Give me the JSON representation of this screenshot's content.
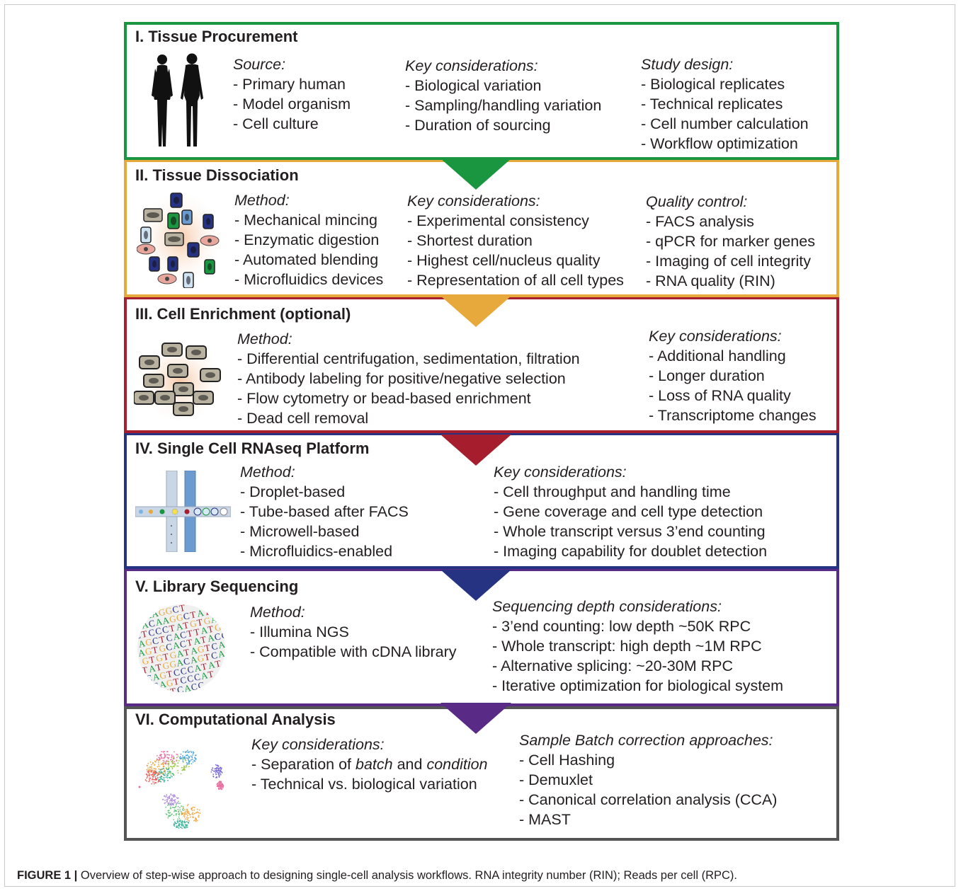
{
  "colors": {
    "procurement": "#1a9641",
    "dissociation": "#e8a93c",
    "enrichment": "#a61e2d",
    "platform": "#263282",
    "sequencing": "#5a2a87",
    "analysis": "#555555"
  },
  "sections": [
    {
      "title": "I. Tissue Procurement",
      "icon": "human-silhouettes-icon",
      "columns": [
        {
          "heading": "Source:",
          "items": [
            "- Primary human",
            "- Model organism",
            "- Cell culture"
          ]
        },
        {
          "heading": "Key considerations:",
          "items": [
            "- Biological variation",
            "- Sampling/handling variation",
            "- Duration of sourcing"
          ]
        },
        {
          "heading": "Study design:",
          "items": [
            "- Biological replicates",
            "- Technical replicates",
            "- Cell number calculation",
            "- Workflow optimization"
          ]
        }
      ]
    },
    {
      "title": "II. Tissue Dissociation",
      "icon": "dissociated-cells-icon",
      "columns": [
        {
          "heading": "Method:",
          "items": [
            "- Mechanical mincing",
            "- Enzymatic digestion",
            "- Automated blending",
            "- Microfluidics devices"
          ]
        },
        {
          "heading": "Key considerations:",
          "items": [
            "- Experimental consistency",
            "- Shortest duration",
            "- Highest cell/nucleus quality",
            "- Representation of all cell types"
          ]
        },
        {
          "heading": "Quality control:",
          "items": [
            "- FACS analysis",
            "- qPCR for marker genes",
            "- Imaging of cell integrity",
            "- RNA quality (RIN)"
          ]
        }
      ]
    },
    {
      "title": "III. Cell Enrichment (optional)",
      "icon": "enriched-cells-icon",
      "columns": [
        {
          "heading": "Method:",
          "items": [
            "- Differential centrifugation, sedimentation, filtration",
            "- Antibody labeling for positive/negative selection",
            "- Flow cytometry or bead-based enrichment",
            "- Dead cell removal"
          ]
        },
        {
          "heading": "Key considerations:",
          "items": [
            "- Additional handling",
            "- Longer duration",
            "- Loss of RNA quality",
            "- Transcriptome changes"
          ]
        }
      ]
    },
    {
      "title": "IV. Single Cell RNAseq Platform",
      "icon": "microfluidic-droplet-icon",
      "columns": [
        {
          "heading": "Method:",
          "items": [
            "- Droplet-based",
            "- Tube-based after FACS",
            "- Microwell-based",
            "- Microfluidics-enabled"
          ]
        },
        {
          "heading": "Key considerations:",
          "items": [
            "- Cell throughput and handling time",
            "- Gene coverage and cell type detection",
            "- Whole transcript versus 3’end counting",
            "- Imaging capability for doublet detection"
          ]
        }
      ]
    },
    {
      "title": "V. Library Sequencing",
      "icon": "dna-sequence-sphere-icon",
      "columns": [
        {
          "heading": "Method:",
          "items": [
            "- Illumina NGS",
            "- Compatible with cDNA library"
          ]
        },
        {
          "heading": "Sequencing depth considerations:",
          "items": [
            "- 3’end counting: low depth ~50K RPC",
            "- Whole transcript: high depth ~1M RPC",
            "- Alternative splicing: ~20-30M RPC",
            "- Iterative optimization for biological system"
          ]
        }
      ]
    },
    {
      "title": "VI. Computational Analysis",
      "icon": "tsne-cluster-plot-icon",
      "columns": [
        {
          "heading": "Key considerations:",
          "items": [
            "- Separation of batch and condition",
            "- Technical vs. biological variation"
          ]
        },
        {
          "heading": "Sample Batch correction approaches:",
          "items": [
            "- Cell Hashing",
            "- Demuxlet",
            "- Canonical correlation analysis (CCA)",
            "- MAST"
          ]
        }
      ]
    }
  ],
  "caption": {
    "label": "FIGURE 1 |",
    "text": " Overview of step-wise approach to designing single-cell analysis workflows. RNA integrity number (RIN); Reads per cell (RPC)."
  },
  "dna_letters": [
    "AAAAGGCT",
    "CACAAGGCTAT",
    "CTCCCTATGTGAT",
    "AGCTCACTTATGA",
    "AGTGCACTATACC",
    "GTGTGATAGTCAT",
    "TATGGACAGTCA",
    "CAGTCCCATAT",
    "GCAGTCCCAT",
    "TAGTCACC"
  ]
}
